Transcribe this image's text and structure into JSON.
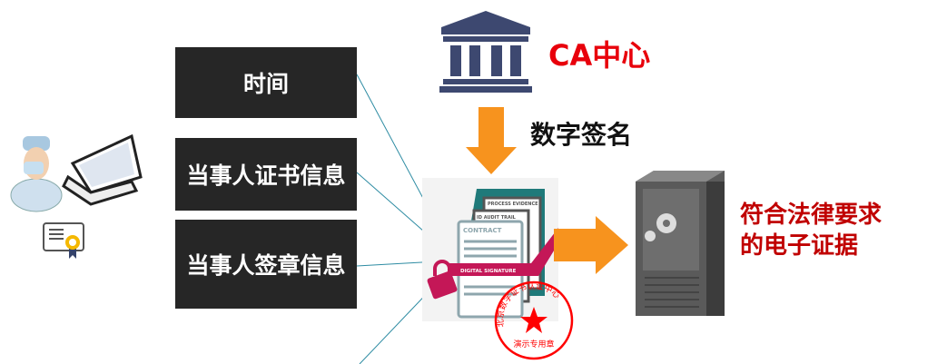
{
  "boxes": [
    "时间",
    "当事人证书信息",
    "当事人签章信息"
  ],
  "ca_label": "CA中心",
  "sign_label": "数字签名",
  "result_label": [
    "符合法律要求",
    "的电子证据"
  ],
  "document": {
    "process_evidence": "PROCESS EVIDENCE",
    "audit_trail": "ID AUDIT TRAIL",
    "contract": "CONTRACT",
    "digital_signature": "DIGITAL SIGNATURE"
  },
  "stamp": {
    "ring_text": "北京数字证书认证中心",
    "bottom_text": "演示专用章"
  },
  "colors": {
    "accent": "#f7931e",
    "red": "#e8000b",
    "box": "#262626",
    "line": "#2e8ca3"
  }
}
